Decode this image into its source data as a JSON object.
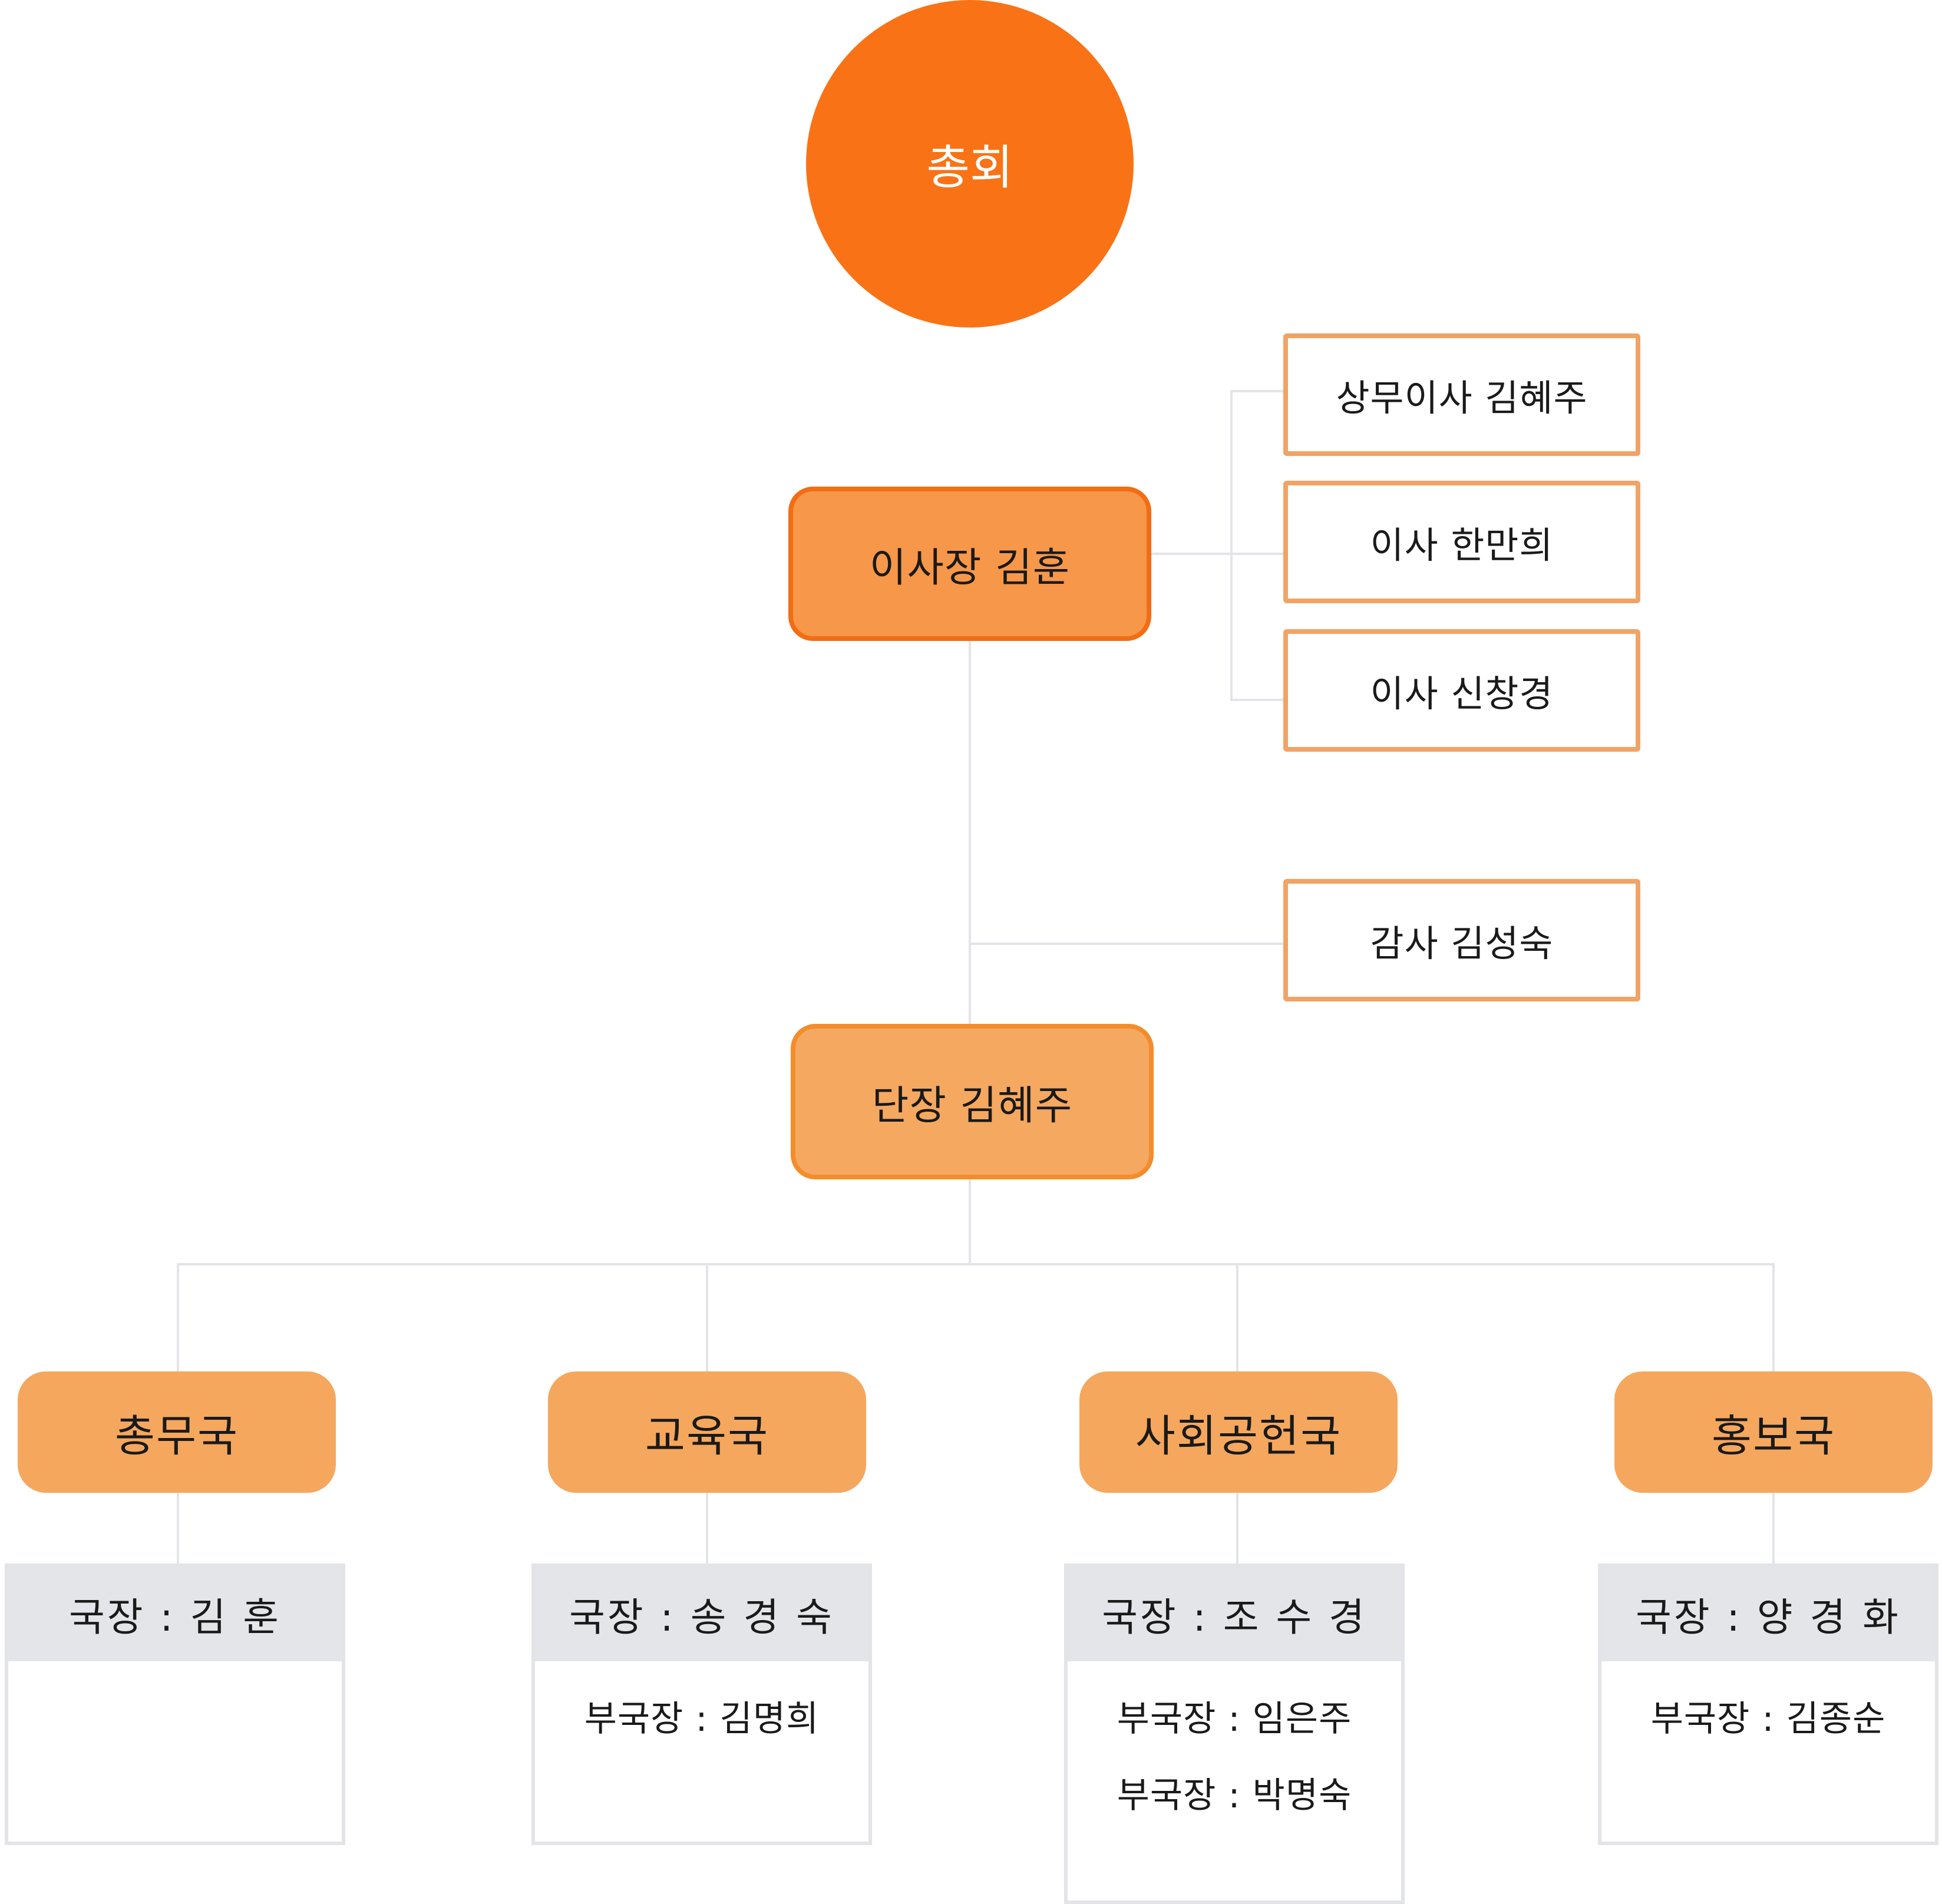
{
  "assembly": {
    "label": "총회"
  },
  "chairman": {
    "label": "이사장 김훈"
  },
  "directors": [
    {
      "label": "상무이사 김혜주"
    },
    {
      "label": "이사 한만희"
    },
    {
      "label": "이사 신창경"
    }
  ],
  "auditor": {
    "label": "감사 김성숙"
  },
  "leader": {
    "label": "단장 김혜주"
  },
  "departments": [
    {
      "name": "총무국",
      "head": "국장 : 김 훈",
      "deputies": []
    },
    {
      "name": "교육국",
      "head": "국장 : 송 경 숙",
      "deputies": [
        "부국장 : 김명희"
      ]
    },
    {
      "name": "사회공헌국",
      "head": "국장 : 조 수 경",
      "deputies": [
        "부국장 : 임은주",
        "부국장 : 박명숙"
      ]
    },
    {
      "name": "홍보국",
      "head": "국장 : 양 경 화",
      "deputies": [
        "부국장 : 김종순"
      ]
    }
  ],
  "colors": {
    "primary_orange": "#f97316",
    "chair_fill": "#f7974a",
    "dept_fill": "#f5a75e",
    "outline_orange": "#f1a365",
    "connector_gray": "#e3e4e8",
    "card_header_gray": "#e3e5e9"
  }
}
